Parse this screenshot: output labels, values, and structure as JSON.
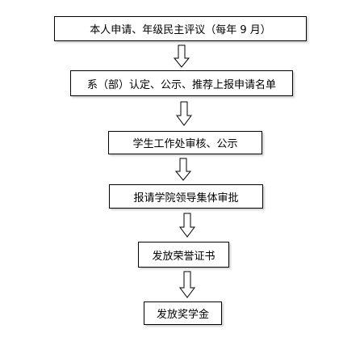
{
  "steps": [
    "本人申请、年级民主评议（每年 9 月）",
    "系（部）认定、公示、推荐上报申请名单",
    "学生工作处审核、公示",
    "报请学院领导集体审批",
    "发放荣誉证书",
    "发放奖学金"
  ]
}
